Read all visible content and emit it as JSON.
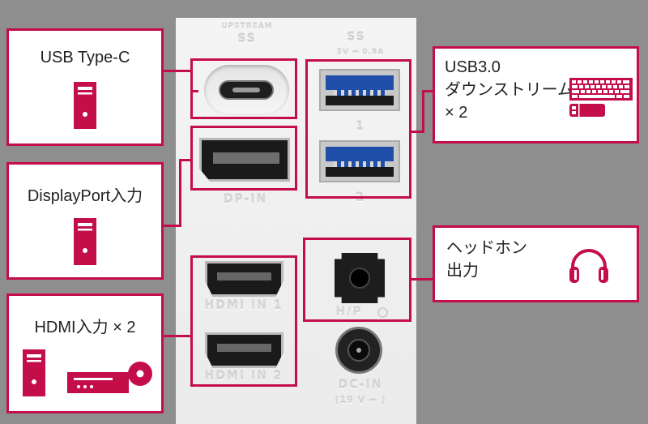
{
  "accent_color": "#c30e4a",
  "panel": {
    "upstream_label": "UPSTREAM",
    "ss_mark_left": "SS",
    "ss_mark_right": "SS",
    "power_rating": "5V ⎓ 0.9A",
    "usb_port_1": "1",
    "usb_port_2": "2",
    "dp_label": "DP-IN",
    "hdmi1_label": "HDMI IN 1",
    "hdmi2_label": "HDMI IN 2",
    "hp_label": "H/P",
    "dc_label": "DC-IN",
    "dc_rating": "(19 V ⎓ )"
  },
  "callouts": {
    "usb_c": {
      "text": "USB Type-C",
      "icon": "pc-tower-icon"
    },
    "displayport": {
      "text": "DisplayPort入力",
      "icon": "pc-tower-icon"
    },
    "hdmi": {
      "text": "HDMI入力 × 2",
      "icons": [
        "pc-tower-icon",
        "disc-player-icon"
      ]
    },
    "usb3": {
      "line1": "USB3.0",
      "line2": "ダウンストリーム",
      "line3": "× 2",
      "icons": [
        "keyboard-icon",
        "mouse-icon"
      ]
    },
    "headphone": {
      "line1": "ヘッドホン",
      "line2": "出力",
      "icon": "headphones-icon"
    }
  }
}
